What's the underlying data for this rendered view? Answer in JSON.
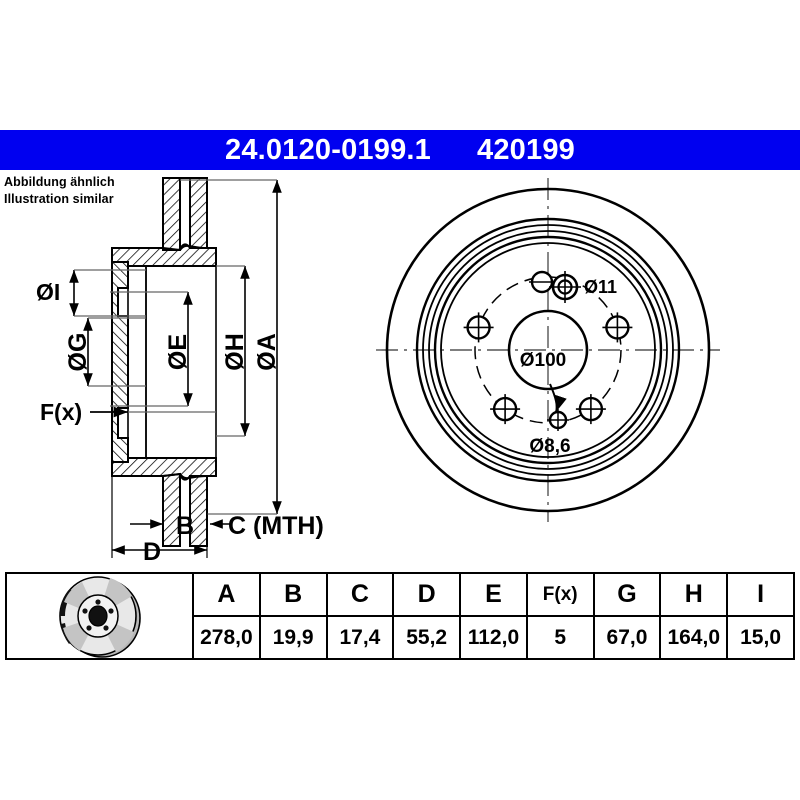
{
  "header": {
    "part_number": "24.0120-0199.1",
    "article_number": "420199",
    "background_color": "#0000f0",
    "text_color": "#ffffff"
  },
  "caption": {
    "line_de": "Abbildung ähnlich",
    "line_en": "Illustration similar"
  },
  "drawing": {
    "section_view": {
      "labels": [
        {
          "key": "dia_I",
          "text": "ØI"
        },
        {
          "key": "dia_G",
          "text": "ØG"
        },
        {
          "key": "dia_E",
          "text": "ØE"
        },
        {
          "key": "dia_H",
          "text": "ØH"
        },
        {
          "key": "dia_A",
          "text": "ØA"
        },
        {
          "key": "force",
          "text": "F(x)"
        },
        {
          "key": "dim_B",
          "text": "B"
        },
        {
          "key": "dim_C",
          "text": "C (MTH)"
        },
        {
          "key": "dim_D",
          "text": "D"
        }
      ]
    },
    "face_view": {
      "annotations": [
        {
          "key": "bolt_hole_dia",
          "text": "Ø11"
        },
        {
          "key": "bolt_circle_dia",
          "text": "Ø100"
        },
        {
          "key": "small_hole_dia",
          "text": "Ø8,6"
        }
      ],
      "bolt_hole_count": 5
    }
  },
  "spec_table": {
    "columns": [
      "A",
      "B",
      "C",
      "D",
      "E",
      "F(x)",
      "G",
      "H",
      "I"
    ],
    "values": [
      "278,0",
      "19,9",
      "17,4",
      "55,2",
      "112,0",
      "5",
      "67,0",
      "164,0",
      "15,0"
    ]
  }
}
